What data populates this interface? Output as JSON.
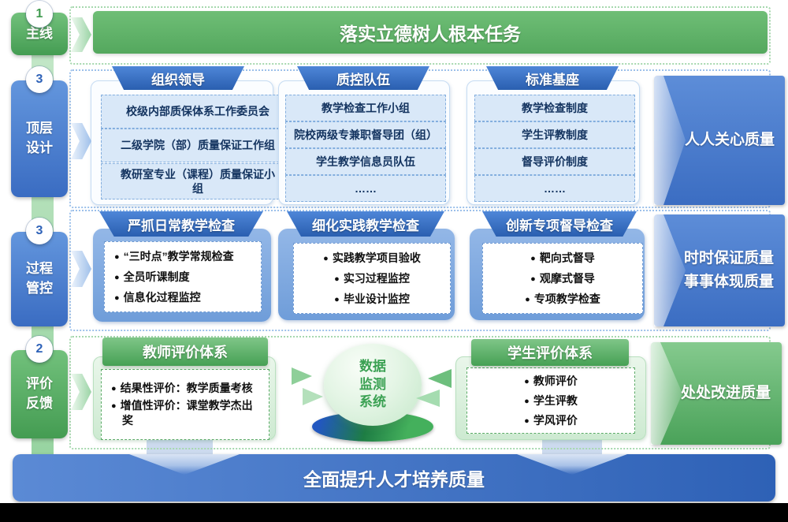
{
  "row1": {
    "badge": "1",
    "label": "主线",
    "banner": "落实立德树人根本任务"
  },
  "row2": {
    "badge": "3",
    "label_lines": [
      "顶层",
      "设计"
    ],
    "columns": [
      {
        "header": "组织领导",
        "items": [
          "校级内部质保体系工作委员会",
          "二级学院（部）质量保证工作组",
          "教研室专业（课程）质量保证小组"
        ]
      },
      {
        "header": "质控队伍",
        "items": [
          "教学检查工作小组",
          "院校两级专兼职督导团（组）",
          "学生教学信息员队伍",
          "……"
        ]
      },
      {
        "header": "标准基座",
        "items": [
          "教学检查制度",
          "学生评教制度",
          "督导评价制度",
          "……"
        ]
      }
    ],
    "arrow": "人人关心质量"
  },
  "row3": {
    "badge": "3",
    "label_lines": [
      "过程",
      "管控"
    ],
    "columns": [
      {
        "header": "严抓日常教学检查",
        "items": [
          "“三时点”教学常规检查",
          "全员听课制度",
          "信息化过程监控"
        ]
      },
      {
        "header": "细化实践教学检查",
        "items": [
          "实践教学项目验收",
          "实习过程监控",
          "毕业设计监控"
        ]
      },
      {
        "header": "创新专项督导检查",
        "items": [
          "靶向式督导",
          "观摩式督导",
          "专项教学检查"
        ]
      }
    ],
    "arrow_lines": [
      "时时保证质量",
      "事事体现质量"
    ]
  },
  "row4": {
    "badge": "2",
    "label_lines": [
      "评价",
      "反馈"
    ],
    "panels": [
      {
        "header": "教师评价体系",
        "items": [
          "结果性评价：教学质量考核",
          "增值性评价：课堂教学杰出奖"
        ]
      },
      {
        "header": "学生评价体系",
        "items": [
          "教师评价",
          "学生评教",
          "学风评价"
        ]
      }
    ],
    "center_lines": [
      "数据",
      "监测",
      "系统"
    ],
    "arrow": "处处改进质量"
  },
  "bottom_banner": "全面提升人才培养质量",
  "colors": {
    "primary_blue": "#2e62b8",
    "primary_green": "#46a054",
    "item_light_blue": "#d9e8f8"
  }
}
